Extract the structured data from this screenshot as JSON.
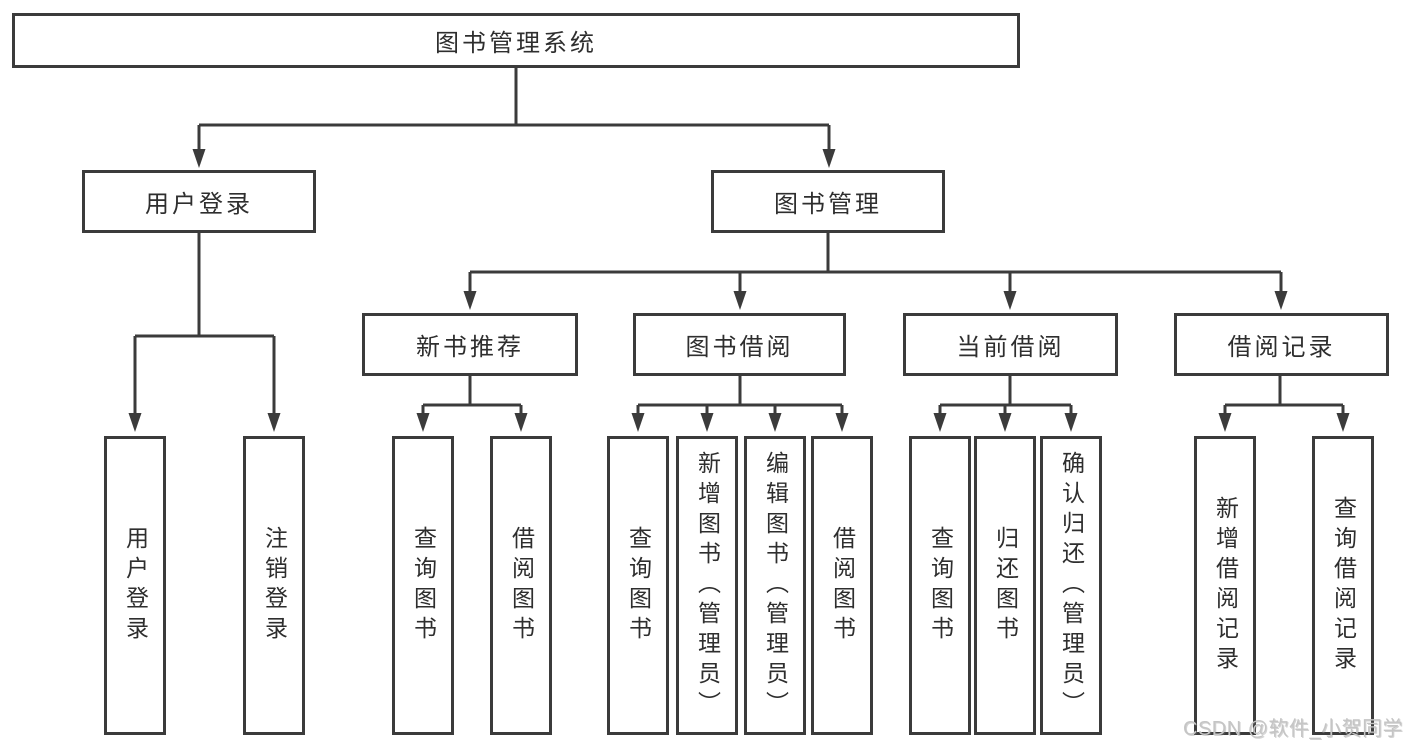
{
  "theme": {
    "background": "#ffffff",
    "line_color": "#3b3b3b",
    "box_border_color": "#3b3b3b",
    "text_color": "#2e2e2e",
    "watermark_color": "#c5c5c5"
  },
  "watermark": {
    "text": "CSDN @软件_小贺同学"
  },
  "tree": {
    "label": "图书管理系统",
    "children": [
      {
        "label": "用户登录",
        "children": [
          {
            "label": "用户登录"
          },
          {
            "label": "注销登录"
          }
        ]
      },
      {
        "label": "图书管理",
        "children": [
          {
            "label": "新书推荐",
            "children": [
              {
                "label": "查询图书"
              },
              {
                "label": "借阅图书"
              }
            ]
          },
          {
            "label": "图书借阅",
            "children": [
              {
                "label": "查询图书"
              },
              {
                "label": "新增图书（管理员）"
              },
              {
                "label": "编辑图书（管理员）"
              },
              {
                "label": "借阅图书"
              }
            ]
          },
          {
            "label": "当前借阅",
            "children": [
              {
                "label": "查询图书"
              },
              {
                "label": "归还图书"
              },
              {
                "label": "确认归还（管理员）"
              }
            ]
          },
          {
            "label": "借阅记录",
            "children": [
              {
                "label": "新增借阅记录"
              },
              {
                "label": "查询借阅记录"
              }
            ]
          }
        ]
      }
    ]
  }
}
